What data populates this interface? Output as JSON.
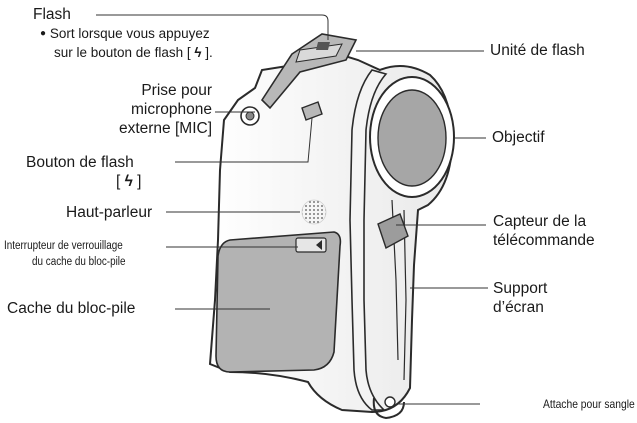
{
  "labels": {
    "flash": "Flash",
    "flash_note_line1": "Sort lorsque vous appuyez",
    "flash_note_line2_pre": "sur le bouton de flash [",
    "flash_note_line2_post": "].",
    "mic_line1": "Prise pour",
    "mic_line2": "microphone",
    "mic_line3": "externe [MIC]",
    "flash_button_line1": "Bouton de flash",
    "flash_button_line2_pre": "[",
    "flash_button_line2_post": "]",
    "speaker": "Haut-parleur",
    "lock_switch_line1": "Interrupteur de verrouillage",
    "lock_switch_line2": "du cache du bloc-pile",
    "battery_cover": "Cache du bloc-pile",
    "flash_unit": "Unité de flash",
    "lens": "Objectif",
    "remote_sensor_line1": "Capteur de la",
    "remote_sensor_line2": "télécommande",
    "monitor_support_line1": "Support",
    "monitor_support_line2": "d’écran",
    "strap_holder": "Attache pour sangle"
  },
  "glyphs": {
    "bullet": "●",
    "flash_symbol": "ϟ"
  },
  "colors": {
    "body_outline": "#2b2b2b",
    "gray_panel": "#b3b3b3",
    "lens_gray": "#a6a6a6",
    "leader_line": "#333333"
  }
}
